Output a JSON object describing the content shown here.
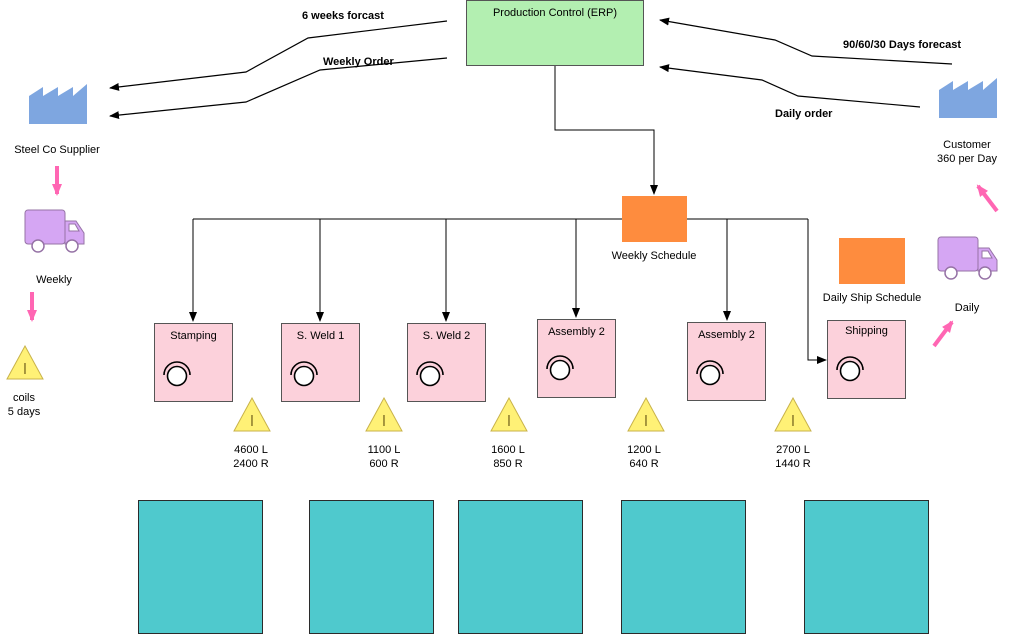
{
  "erp": {
    "label": "Production Control (ERP)"
  },
  "supplier": {
    "label": "Steel Co Supplier",
    "truck_label": "Weekly",
    "inventory": [
      "coils",
      "5 days"
    ]
  },
  "customer": {
    "label": "Customer",
    "demand": "360 per Day",
    "truck_label": "Daily"
  },
  "info_flows": {
    "forecast_to_supplier": "6 weeks forcast",
    "order_to_supplier": "Weekly Order",
    "forecast_from_customer": "90/60/30 Days forecast",
    "order_from_customer": "Daily order"
  },
  "schedules": {
    "weekly": "Weekly Schedule",
    "daily_ship": "Daily Ship Schedule"
  },
  "processes": [
    {
      "name": "Stamping"
    },
    {
      "name": "S. Weld 1"
    },
    {
      "name": "S. Weld 2"
    },
    {
      "name": "Assembly 2"
    },
    {
      "name": "Assembly 2"
    },
    {
      "name": "Shipping"
    }
  ],
  "inventories": [
    {
      "l": "4600 L",
      "r": "2400 R"
    },
    {
      "l": "1100 L",
      "r": "600 R"
    },
    {
      "l": "1600 L",
      "r": "850 R"
    },
    {
      "l": "1200 L",
      "r": "640 R"
    },
    {
      "l": "2700 L",
      "r": "1440 R"
    }
  ],
  "icon_glyph": "I",
  "colors": {
    "erp": "#b3efb1",
    "process": "#fcd1db",
    "schedule": "#fe8c3e",
    "data_box": "#4fc9cd",
    "factory": "#7ea6e0",
    "truck": "#d5a6f3",
    "push_arrow": "#ff66b3",
    "inventory": "#fff176"
  }
}
